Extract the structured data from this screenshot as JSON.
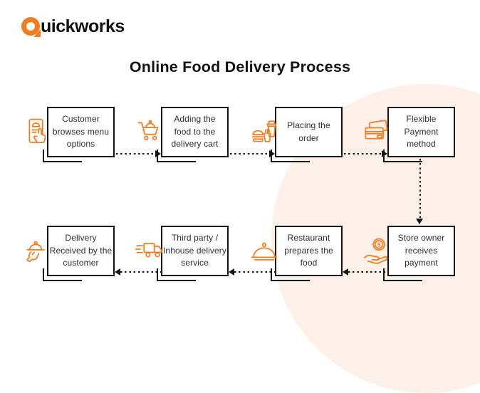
{
  "logo": {
    "brand": "Quickworks",
    "q": "Q",
    "rest": "uickworks"
  },
  "title": "Online Food Delivery Process",
  "colors": {
    "accent_orange": "#F47B20",
    "box_border": "#141414",
    "title_text": "#121212",
    "step_text": "#2D2D2D",
    "bg_circle": "#FCF0E8",
    "background": "#FFFFFF"
  },
  "steps": [
    {
      "id": "browse-menu",
      "icon": "phone-menu-icon",
      "label": "Customer browses menu options",
      "lines": [
        "Customer",
        "browses menu",
        "options"
      ]
    },
    {
      "id": "add-to-cart",
      "icon": "cart-icon",
      "label": "Adding the food to the delivery cart",
      "lines": [
        "Adding the",
        "food to the",
        "delivery cart"
      ]
    },
    {
      "id": "place-order",
      "icon": "fast-food-icon",
      "label": "Placing the order",
      "lines": [
        "Placing the",
        "order"
      ]
    },
    {
      "id": "payment-method",
      "icon": "credit-cards-icon",
      "label": "Flexible Payment method",
      "lines": [
        "Flexible",
        "Payment",
        "method"
      ]
    },
    {
      "id": "store-owner-payment",
      "icon": "hand-coin-icon",
      "label": "Store owner receives payment",
      "lines": [
        "Store owner",
        "receives",
        "payment"
      ]
    },
    {
      "id": "restaurant-prepares",
      "icon": "cloche-icon",
      "label": "Restaurant prepares the food",
      "lines": [
        "Restaurant",
        "prepares the",
        "food"
      ]
    },
    {
      "id": "delivery-service",
      "icon": "delivery-truck-icon",
      "label": "Third party / Inhouse delivery service",
      "lines": [
        "Third party /",
        "Inhouse delivery",
        "service"
      ]
    },
    {
      "id": "delivery-received",
      "icon": "hand-tray-icon",
      "label": "Delivery Received by the customer",
      "lines": [
        "Delivery",
        "Received by the",
        "customer"
      ]
    }
  ],
  "flow_arrows": [
    "browse-menu -> add-to-cart",
    "add-to-cart -> place-order",
    "place-order -> payment-method",
    "payment-method -> store-owner-payment (down)",
    "store-owner-payment -> restaurant-prepares",
    "restaurant-prepares -> delivery-service",
    "delivery-service -> delivery-received"
  ]
}
